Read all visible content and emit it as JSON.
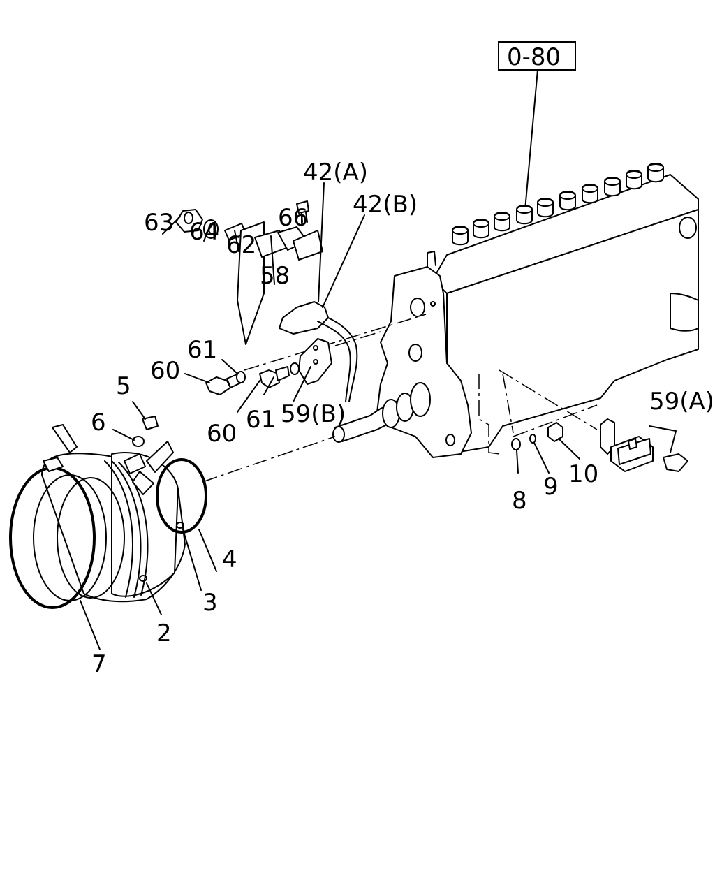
{
  "ref_box": "0-80",
  "labels": {
    "l42a": "42(A)",
    "l42b": "42(B)",
    "l63": "63",
    "l64": "64",
    "l62": "62",
    "l58": "58",
    "l66": "66",
    "l61a": "61",
    "l60a": "60",
    "l61b": "61",
    "l59b": "59(B)",
    "l60b": "60",
    "l5": "5",
    "l6": "6",
    "l59a": "59(A)",
    "l8": "8",
    "l9": "9",
    "l10": "10",
    "l4": "4",
    "l3": "3",
    "l2": "2",
    "l7": "7"
  }
}
